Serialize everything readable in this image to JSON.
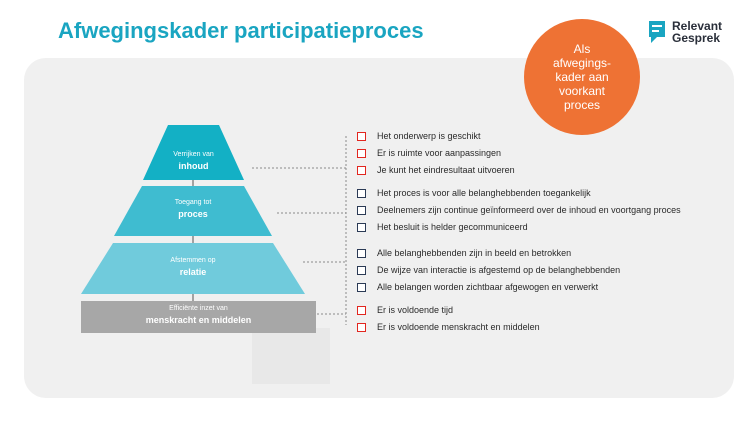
{
  "header": {
    "title": "Afwegingskader participatieproces"
  },
  "logo": {
    "line1": "Relevant",
    "line2": "Gesprek",
    "mark": "speech-bubble-icon"
  },
  "callout": {
    "text": "Als\nafwegings-\nkader aan\nvoorkant\nproces"
  },
  "colors": {
    "title": "#1aa5c1",
    "tier1": "#13b0c5",
    "tier2": "#3fbcd0",
    "tier3": "#70cbdc",
    "base": "#a7a7a7",
    "callout": "#ee7234",
    "checkbox_red": "#e2261f",
    "checkbox_navy": "#2b3a55"
  },
  "tiers": [
    {
      "small": "Verrijken van",
      "big": "inhoud"
    },
    {
      "small": "Toegang tot",
      "big": "proces"
    },
    {
      "small": "Afstemmen op",
      "big": "relatie"
    },
    {
      "small": "Efficiënte inzet van",
      "big": "menskracht en middelen"
    }
  ],
  "checklists": [
    {
      "color": "red",
      "items": [
        "Het onderwerp is geschikt",
        "Er is ruimte voor aanpassingen",
        "Je kunt het eindresultaat uitvoeren"
      ]
    },
    {
      "color": "navy",
      "items": [
        "Het proces is voor alle belanghebbenden toegankelijk",
        "Deelnemers zijn continue geïnformeerd over de inhoud  en voortgang proces",
        "Het besluit is helder gecommuniceerd"
      ]
    },
    {
      "color": "navy",
      "items": [
        "Alle belanghebbenden zijn in beeld en betrokken",
        "De wijze van interactie is afgestemd op de belanghebbenden",
        "Alle belangen worden zichtbaar afgewogen en verwerkt"
      ]
    },
    {
      "color": "red",
      "items": [
        "Er is voldoende tijd",
        "Er is voldoende menskracht en middelen"
      ]
    }
  ]
}
